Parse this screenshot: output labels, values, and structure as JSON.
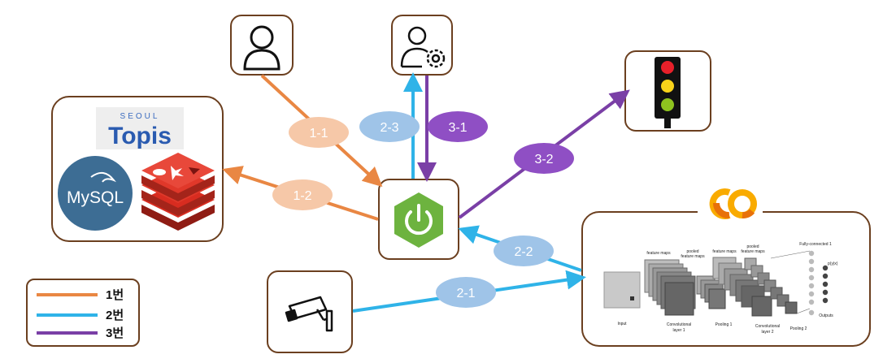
{
  "colors": {
    "flow1": "#e98743",
    "flow2": "#2fb3e8",
    "flow3": "#7a3fa6",
    "pill1": "#f6c8a8",
    "pill2": "#9fc4e8",
    "pill3": "#8f4fc4",
    "box_border": "#6b3f1f",
    "spring_green": "#6db33f"
  },
  "nodes": {
    "user": {
      "icon": "user-icon"
    },
    "admin": {
      "icon": "user-gear-icon"
    },
    "traffic_light": {
      "icon": "traffic-light-icon"
    },
    "spring": {
      "icon": "spring-boot-power-icon"
    },
    "camera": {
      "icon": "cctv-camera-icon"
    },
    "storage": {
      "seoul_label": "SEOUL",
      "topis_label": "Topis",
      "mysql_label": "MySQL",
      "redis_icon": "redis-icon"
    },
    "colab": {
      "logo": "colab-logo",
      "cnn": {
        "input": "Input",
        "feature_maps_1": "feature maps",
        "pooled_1a": "pooled",
        "pooled_1b": "feature maps",
        "feature_maps_2": "feature maps",
        "pooled_2a": "pooled",
        "pooled_2b": "feature maps",
        "fc": "Fully-connected 1",
        "conv1a": "Convolutional",
        "conv1b": "layer 1",
        "pool1": "Pooling 1",
        "conv2a": "Convolutional",
        "conv2b": "layer 2",
        "pool2": "Pooling 2",
        "outputs": "Outputs",
        "prob": "p(y|x)"
      }
    }
  },
  "edges": [
    {
      "label": "1-1"
    },
    {
      "label": "1-2"
    },
    {
      "label": "2-1"
    },
    {
      "label": "2-2"
    },
    {
      "label": "2-3"
    },
    {
      "label": "3-1"
    },
    {
      "label": "3-2"
    }
  ],
  "legend": [
    {
      "label": "1번"
    },
    {
      "label": "2번"
    },
    {
      "label": "3번"
    }
  ]
}
